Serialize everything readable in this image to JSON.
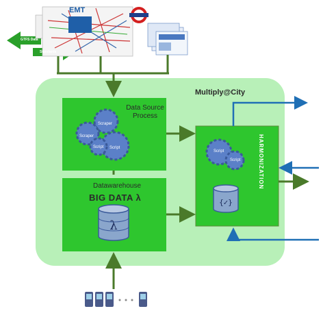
{
  "platform": {
    "title": "Multiply@City"
  },
  "data_source": {
    "label_line1": "Data Source",
    "label_line2": "Process",
    "gears": [
      "Scraper",
      "Scraper",
      "Script",
      "Script"
    ]
  },
  "warehouse": {
    "label": "Datawarehouse",
    "big_data": "BIG DATA λ",
    "icon": "lambda-database-icon"
  },
  "harmonization": {
    "label": "HARMONIZATION",
    "gears": [
      "Script",
      "Script"
    ],
    "icon": "json-database-icon"
  },
  "sources": {
    "gtfs_line1": "GTFS Data",
    "gtfs_line2": "Standards",
    "emt": "EMT"
  },
  "colors": {
    "light_green": "#b8f0b8",
    "dark_green": "#29c629",
    "arrow_green": "#4a7a2a",
    "arrow_blue": "#1f6fb5",
    "gear_blue": "#5b80c8"
  }
}
